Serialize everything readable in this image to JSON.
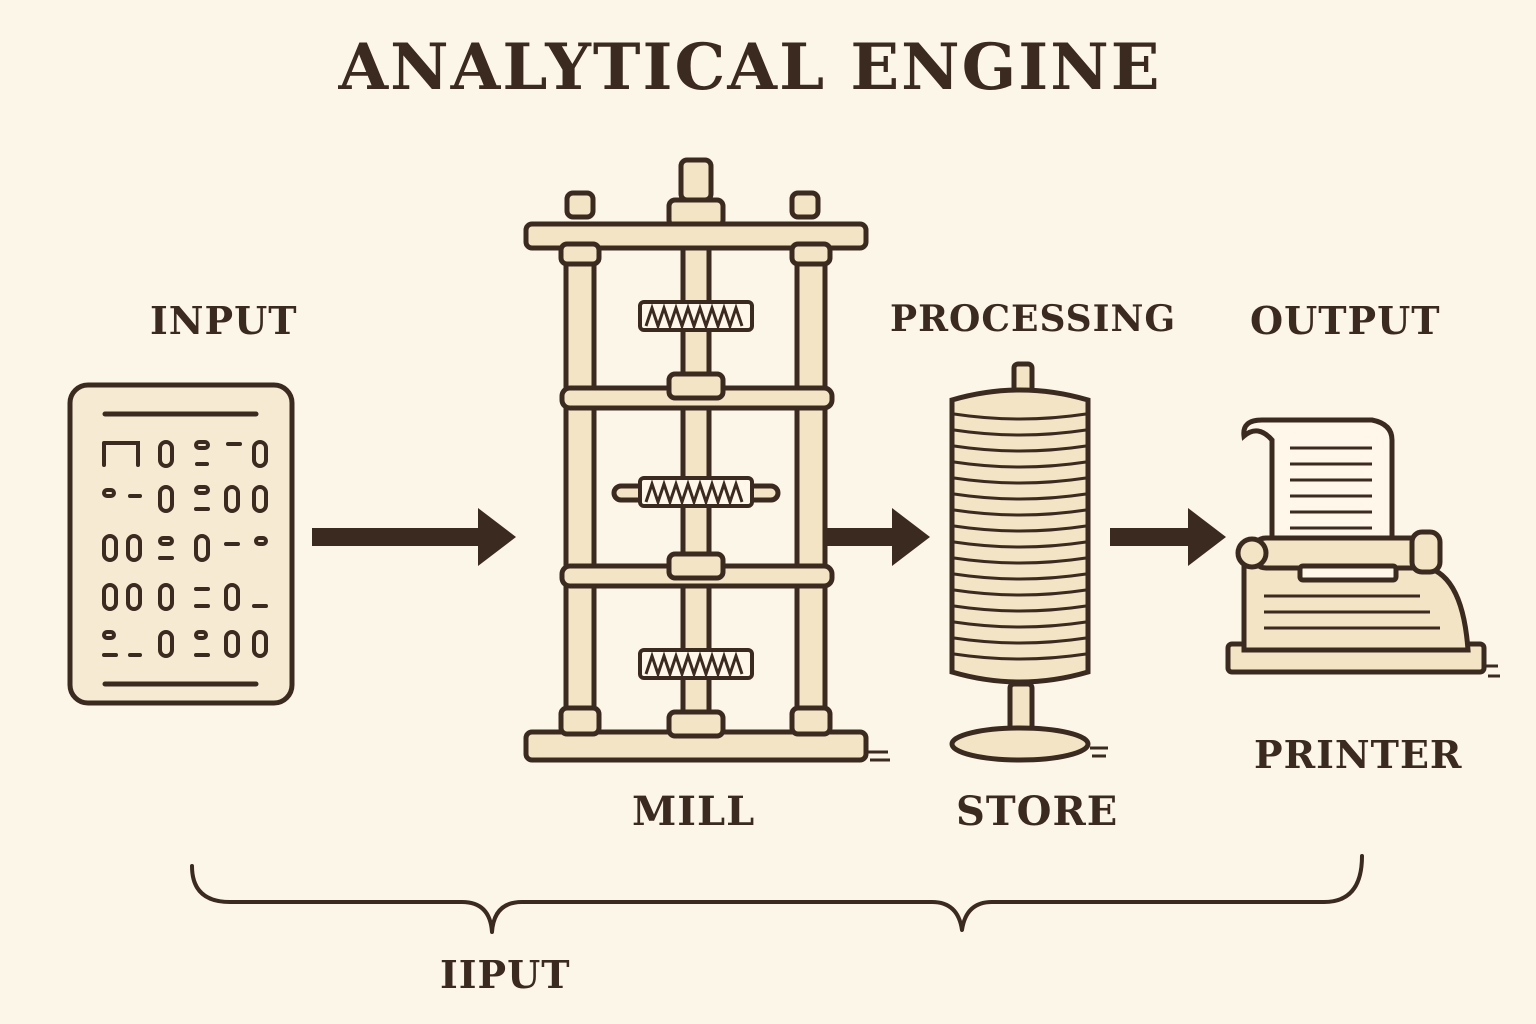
{
  "title": "ANALYTICAL ENGINE",
  "labels": {
    "input": "INPUT",
    "processing": "PROCESSING",
    "output": "OUTPUT",
    "mill": "MILL",
    "store": "STORE",
    "printer": "PRINTER",
    "bracket_label": "IIPUT"
  },
  "colors": {
    "ink": "#3b2a1f",
    "background": "#fcf6e9",
    "fill": "#f3e4c6"
  },
  "icons": [
    "punch-card-icon",
    "mill-gear-column-icon",
    "store-disc-stack-icon",
    "printer-icon",
    "arrow-right-icon",
    "curly-brace-icon"
  ]
}
